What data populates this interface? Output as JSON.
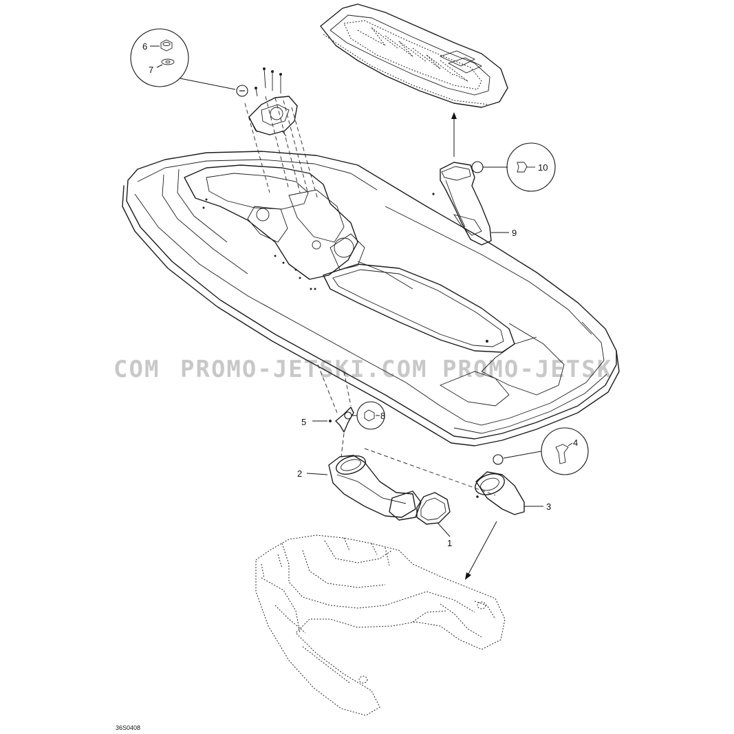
{
  "drawing_code": "36S0408",
  "watermark": {
    "left": "COM",
    "main": "PROMO-JETSKI.COM",
    "right": "PROMO-JETSK"
  },
  "callouts": [
    {
      "id": "1",
      "label": "1"
    },
    {
      "id": "2",
      "label": "2"
    },
    {
      "id": "3",
      "label": "3"
    },
    {
      "id": "4",
      "label": "4"
    },
    {
      "id": "5",
      "label": "5"
    },
    {
      "id": "6",
      "label": "6"
    },
    {
      "id": "7",
      "label": "7"
    },
    {
      "id": "8",
      "label": "8"
    },
    {
      "id": "9",
      "label": "9"
    },
    {
      "id": "10",
      "label": "10"
    }
  ]
}
